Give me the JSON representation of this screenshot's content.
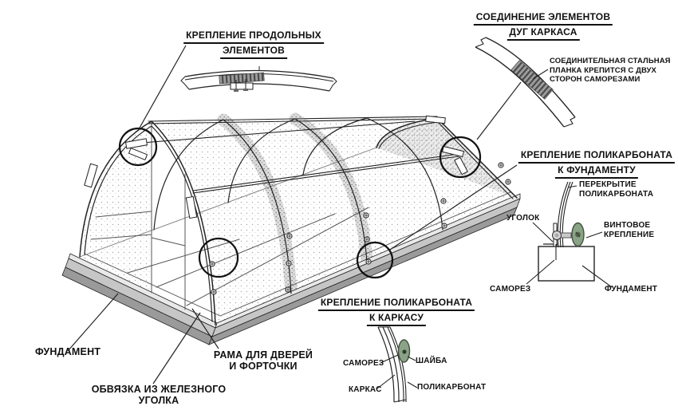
{
  "callout_titles": {
    "longitudinal": {
      "line1": "КРЕПЛЕНИЕ ПРОДОЛЬНЫХ",
      "line2": "ЭЛЕМЕНТОВ"
    },
    "arc_joint": {
      "line1": "СОЕДИНЕНИЕ ЭЛЕМЕНТОВ",
      "line2": "ДУГ КАРКАСА"
    },
    "poly_to_foundation": {
      "line1": "КРЕПЛЕНИЕ ПОЛИКАРБОНАТА",
      "line2": "К ФУНДАМЕНТУ"
    },
    "poly_to_frame": {
      "line1": "КРЕПЛЕНИЕ ПОЛИКАРБОНАТА",
      "line2": "К КАРКАСУ"
    }
  },
  "notes": {
    "steel_plate": {
      "line1": "СОЕДИНИТЕЛЬНАЯ СТАЛЬНАЯ",
      "line2": "ПЛАНКА КРЕПИТСЯ С ДВУХ",
      "line3": "СТОРОН САМОРЕЗАМИ"
    }
  },
  "main_labels": {
    "foundation": "ФУНДАМЕНТ",
    "door_frame_line1": "РАМА ДЛЯ ДВЕРЕЙ",
    "door_frame_line2": "И ФОРТОЧКИ",
    "strapping_line1": "ОБВЯЗКА ИЗ ЖЕЛЕЗНОГО",
    "strapping_line2": "УГОЛКА"
  },
  "foundation_detail_labels": {
    "overlap_line1": "ПЕРЕКРЫТИЕ",
    "overlap_line2": "ПОЛИКАРБОНАТА",
    "angle": "УГОЛОК",
    "screw_mount_line1": "ВИНТОВОЕ",
    "screw_mount_line2": "КРЕПЛЕНИЕ",
    "screw": "САМОРЕЗ",
    "foundation": "ФУНДАМЕНТ"
  },
  "frame_detail_labels": {
    "screw": "САМОРЕЗ",
    "washer": "ШАЙБА",
    "frame": "КАРКАС",
    "polycarbonate": "ПОЛИКАРБОНАТ"
  },
  "colors": {
    "line": "#222222",
    "washer_green": "#8aa387",
    "washer_border": "#44523f",
    "rail_light": "#e9e9e9",
    "rail_mid": "#c6c6c6",
    "rail_dark": "#9a9a9a"
  }
}
